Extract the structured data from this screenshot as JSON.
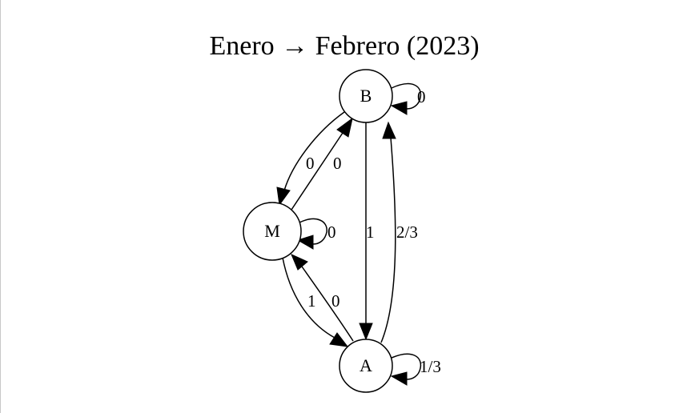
{
  "title": "Enero → Febrero (2023)",
  "nodes": {
    "B": {
      "label": "B"
    },
    "M": {
      "label": "M"
    },
    "A": {
      "label": "A"
    }
  },
  "edges": {
    "B_B": "0",
    "B_M": "0",
    "M_B": "0",
    "B_A": "1",
    "A_B": "2/3",
    "M_M": "0",
    "M_A": "1",
    "A_M": "0",
    "A_A": "1/3"
  }
}
